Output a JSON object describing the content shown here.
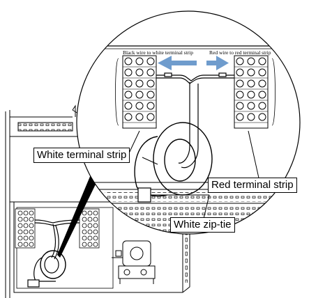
{
  "labels": {
    "black_wire": "Black wire to white terminal strip",
    "red_wire": "Red wire to red terminal strip",
    "white_strip": "White terminal strip",
    "red_strip": "Red terminal strip",
    "zip_tie": "White zip-tie"
  },
  "colors": {
    "line": "#000000",
    "arrow": "#6f9ccd",
    "background": "#ffffff"
  },
  "icons": [
    "terminal-strip-icon",
    "cable-coil-icon",
    "relay-icon",
    "arrow-left-icon",
    "arrow-right-icon"
  ]
}
